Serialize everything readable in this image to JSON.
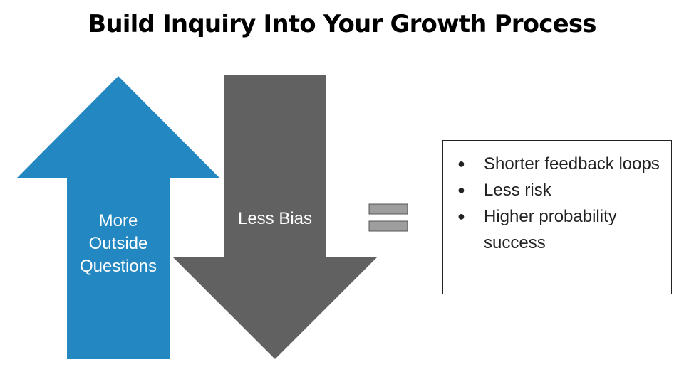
{
  "title": "Build Inquiry Into Your Growth Process",
  "arrows": {
    "up": {
      "label": "More Outside Questions",
      "direction": "up",
      "color": "#2387c2"
    },
    "down": {
      "label": "Less Bias",
      "direction": "down",
      "color": "#616161"
    }
  },
  "equals": {
    "color": "#9e9e9e",
    "border_color": "#555555"
  },
  "results": {
    "items": [
      "Shorter feedback loops",
      "Less risk",
      "Higher probability success"
    ]
  }
}
